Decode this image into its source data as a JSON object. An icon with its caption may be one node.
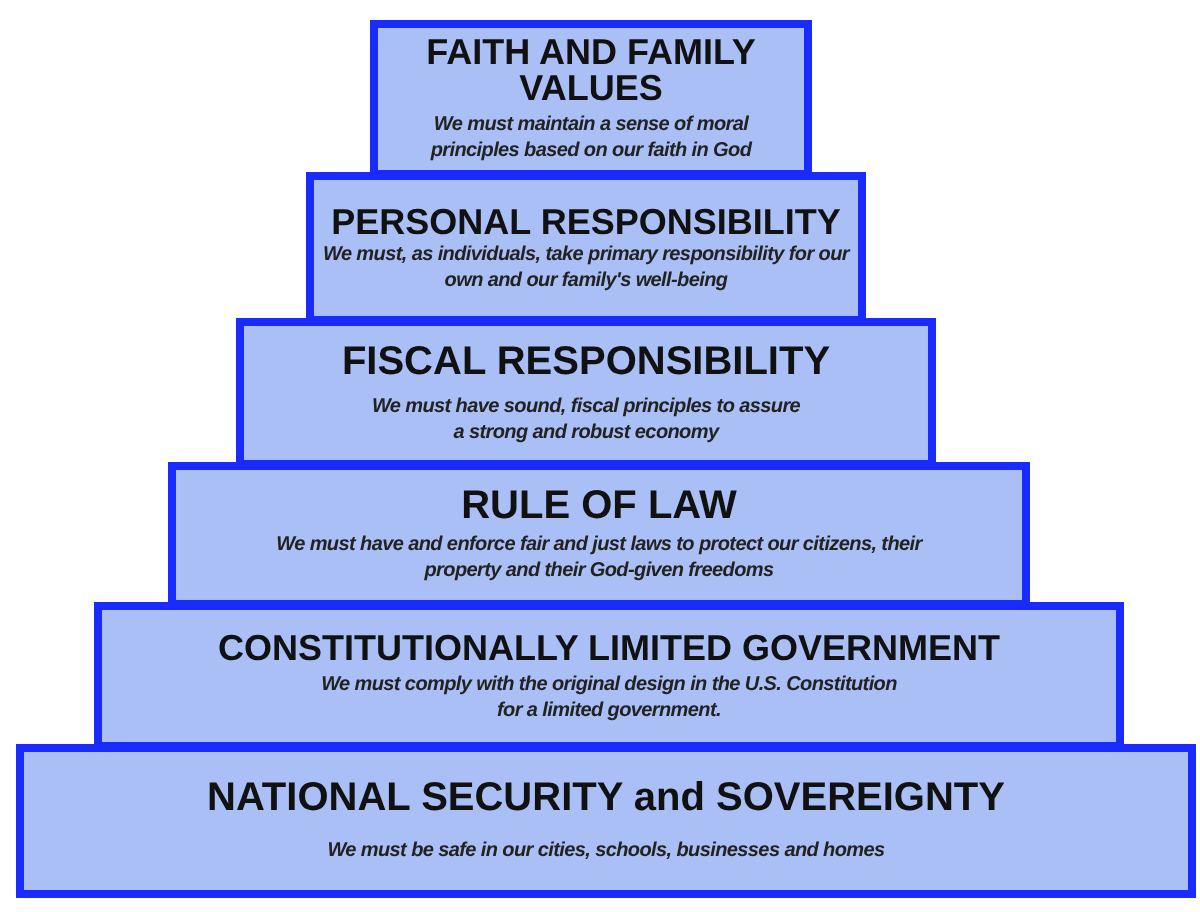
{
  "diagram": {
    "nodes": [
      {
        "text": [
          "FAITH AND FAMILY VALUES",
          "We must maintain a sense of moral principles based on our faith in God"
        ]
      },
      {
        "text": [
          "PERSONAL RESPONSIBILITY",
          "We must, as individuals, take primary responsibility for our own and our family's well-being"
        ]
      },
      {
        "text": [
          "FISCAL RESPONSIBILITY",
          "We must have sound, fiscal principles to assure a strong and robust economy"
        ]
      },
      {
        "text": [
          "RULE OF LAW",
          "We must have and enforce fair and just laws to protect our citizens, their property and their God-given freedoms"
        ]
      },
      {
        "text": [
          "CONSTITUTIONALLY LIMITED GOVERNMENT",
          "We must comply with the original design in the U.S. Constitution for a limited government."
        ]
      },
      {
        "text": [
          "NATIONAL SECURITY and SOVEREIGNTY",
          "We must be safe in our cities, schools, businesses and homes"
        ]
      }
    ]
  }
}
